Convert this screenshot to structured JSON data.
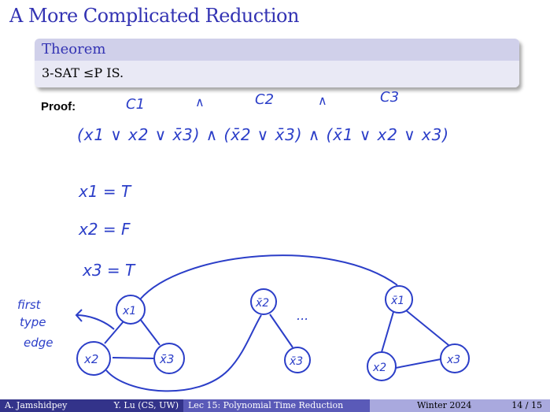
{
  "slide": {
    "title": "A More Complicated Reduction",
    "theorem_header": "Theorem",
    "theorem_body": "3-SAT ≤P IS.",
    "proof_label": "Proof:"
  },
  "annotations": {
    "clause_labels": [
      "C1",
      "C2",
      "C3"
    ],
    "and_symbols": [
      "∧",
      "∧"
    ],
    "formula": "(x1 ∨ x2 ∨ x̄3) ∧ (x̄2 ∨ x̄3) ∧ (x̄1 ∨ x2 ∨ x3)",
    "assignments": [
      "x1 = T",
      "x2 = F",
      "x3 = T"
    ],
    "side_note": [
      "first",
      "type",
      "edge"
    ],
    "ellipsis": "...",
    "nodes": [
      "x1",
      "x2",
      "x̄3",
      "x̄2",
      "x̄3",
      "x̄1",
      "x2",
      "x3"
    ],
    "ink_color": "#2b3ec8"
  },
  "footer": {
    "author1": "A. Jamshidpey",
    "author2": "Y. Lu (CS, UW)",
    "lecture": "Lec 15: Polynomial Time Reduction",
    "term": "Winter 2024",
    "page": "14 / 15"
  }
}
